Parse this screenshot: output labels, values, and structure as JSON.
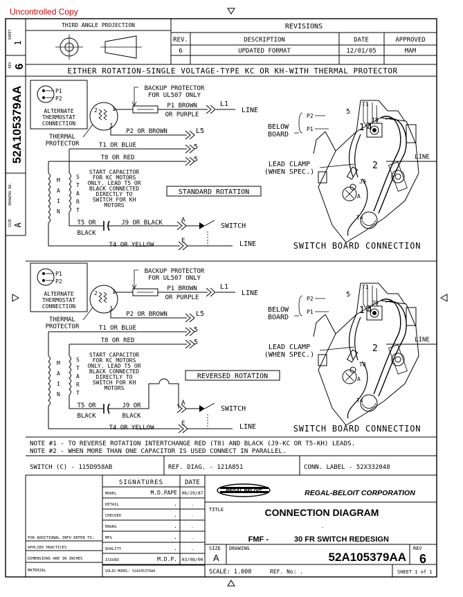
{
  "stamp": "Uncontrolled Copy",
  "projection_label": "THIRD ANGLE PROJECTION",
  "side": {
    "sheet_label": "SHEET",
    "sheet_val": "1",
    "rev_label": "REV",
    "rev_val": "6",
    "drawing_no": "52A105379AA",
    "drawing_label": "DRAWING NO.",
    "size_label": "SIZE",
    "size_val": "A"
  },
  "revisions": {
    "title": "REVISIONS",
    "h_rev": "REV.",
    "h_desc": "DESCRIPTION",
    "h_date": "DATE",
    "h_appr": "APPROVED",
    "rev": "6",
    "desc": "UPDATED FORMAT",
    "date": "12/01/05",
    "appr": "MAM"
  },
  "banner": "EITHER ROTATION-SINGLE VOLTAGE-TYPE KC OR KH-WITH THERMAL PROTECTOR",
  "diagram": {
    "p1": "P1",
    "p2": "P2",
    "alt1": "ALTERNATE",
    "alt2": "THERMOSTAT",
    "alt3": "CONNECTION",
    "n1": "1",
    "n2": "2",
    "n3": "3",
    "therm1": "THERMAL",
    "therm2": "PROTECTOR",
    "bk1": "BACKUP PROTECTOR",
    "bk2": "FOR UL507 ONLY",
    "p1brown": "P1 BROWN",
    "orpurple": "OR PURPLE",
    "l1": "L1",
    "line": "LINE",
    "p2brown": "P2 OR BROWN",
    "t1blue": "T1 OR BLUE",
    "t8red": "T8 OR RED",
    "m1": "M",
    "m2": "A",
    "m3": "I",
    "m4": "N",
    "s1": "S",
    "s2": "T",
    "s3": "A",
    "s4": "R",
    "s5": "T",
    "cap1": "START CAPACITOR",
    "cap2": "FOR KC MOTORS",
    "cap3": "ONLY. LEAD T5 OR",
    "cap4": "BLACK CONNECTED",
    "cap5": "DIRECTLY TO",
    "cap6": "SWITCH FOR KH",
    "cap7": "MOTORS",
    "t5": "T5 OR",
    "black": "BLACK",
    "j9black": "J9 OR BLACK",
    "j9or": "J9 OR",
    "a": "A",
    "e": "E",
    "sw": "SWITCH",
    "t4yellow": "T4 OR YELLOW",
    "l15": "L5",
    "five": "5",
    "std": "STANDARD ROTATION",
    "rev": "REVERSED ROTATION",
    "below1": "BELOW",
    "below2": "BOARD",
    "clamp1": "LEAD CLAMP",
    "clamp2": "(WHEN SPEC.)",
    "sbc": "SWITCH BOARD CONNECTION",
    "t1": "T1",
    "t8": "T8",
    "j9": "J9",
    "t4": "T4",
    "b4": "4",
    "b2": "2",
    "bA": "A"
  },
  "notes": {
    "n1": "NOTE #1 - TO REVERSE ROTATION INTERTCHANGE RED (T8) AND BLACK (J9-KC OR T5-KH) LEADS.",
    "n2": "NOTE #2 - WHEN MORE THAN ONE CAPACITOR IS USED CONNECT IN PARALLEL."
  },
  "refs": {
    "switch": "SWITCH (C) - 115D958AB",
    "diag": "REF. DIAG. - 121A851",
    "label": "CONN. LABEL - 52X332048"
  },
  "signatures": {
    "title": "SIGNATURES",
    "date_h": "DATE",
    "rows": [
      {
        "k": "MODEL",
        "v": "M.D.PAPE",
        "d": "06/29/87"
      },
      {
        "k": "DETAIL",
        "v": ".",
        "d": "."
      },
      {
        "k": "CHECKED",
        "v": ".",
        "d": "."
      },
      {
        "k": "ENGRG",
        "v": ".",
        "d": "."
      },
      {
        "k": "MFG",
        "v": ".",
        "d": "."
      },
      {
        "k": "QUALITY",
        "v": ".",
        "d": "."
      },
      {
        "k": "ISSUED",
        "v": "M.D.P.",
        "d": "03/08/00"
      }
    ],
    "solid": "SOLID MODEL: 52A105379AA"
  },
  "left_info": {
    "ref": "FOR ADDITIONAL INFO REFER TO:",
    "applied": "APPLIED PRACTICES",
    "dims": "DIMENSIONS ARE IN INCHES",
    "material": "MATERIAL"
  },
  "title_block": {
    "logo": "REGAL BELOIT",
    "company": "REGAL-BELOIT CORPORATION",
    "title_label": "TITLE",
    "title": "CONNECTION DIAGRAM",
    "dot": ".",
    "sub_a": "FMF -",
    "sub_b": "30 FR SWITCH REDESIGN",
    "size_label": "SIZE",
    "size": "A",
    "drawing_label": "DRAWING",
    "number": "52A105379AA",
    "rev_label": "REV",
    "rev": "6",
    "scale": "SCALE: 1.000",
    "ref_no": "REF. No: .",
    "sheet": "SHEET 1 of 1"
  }
}
